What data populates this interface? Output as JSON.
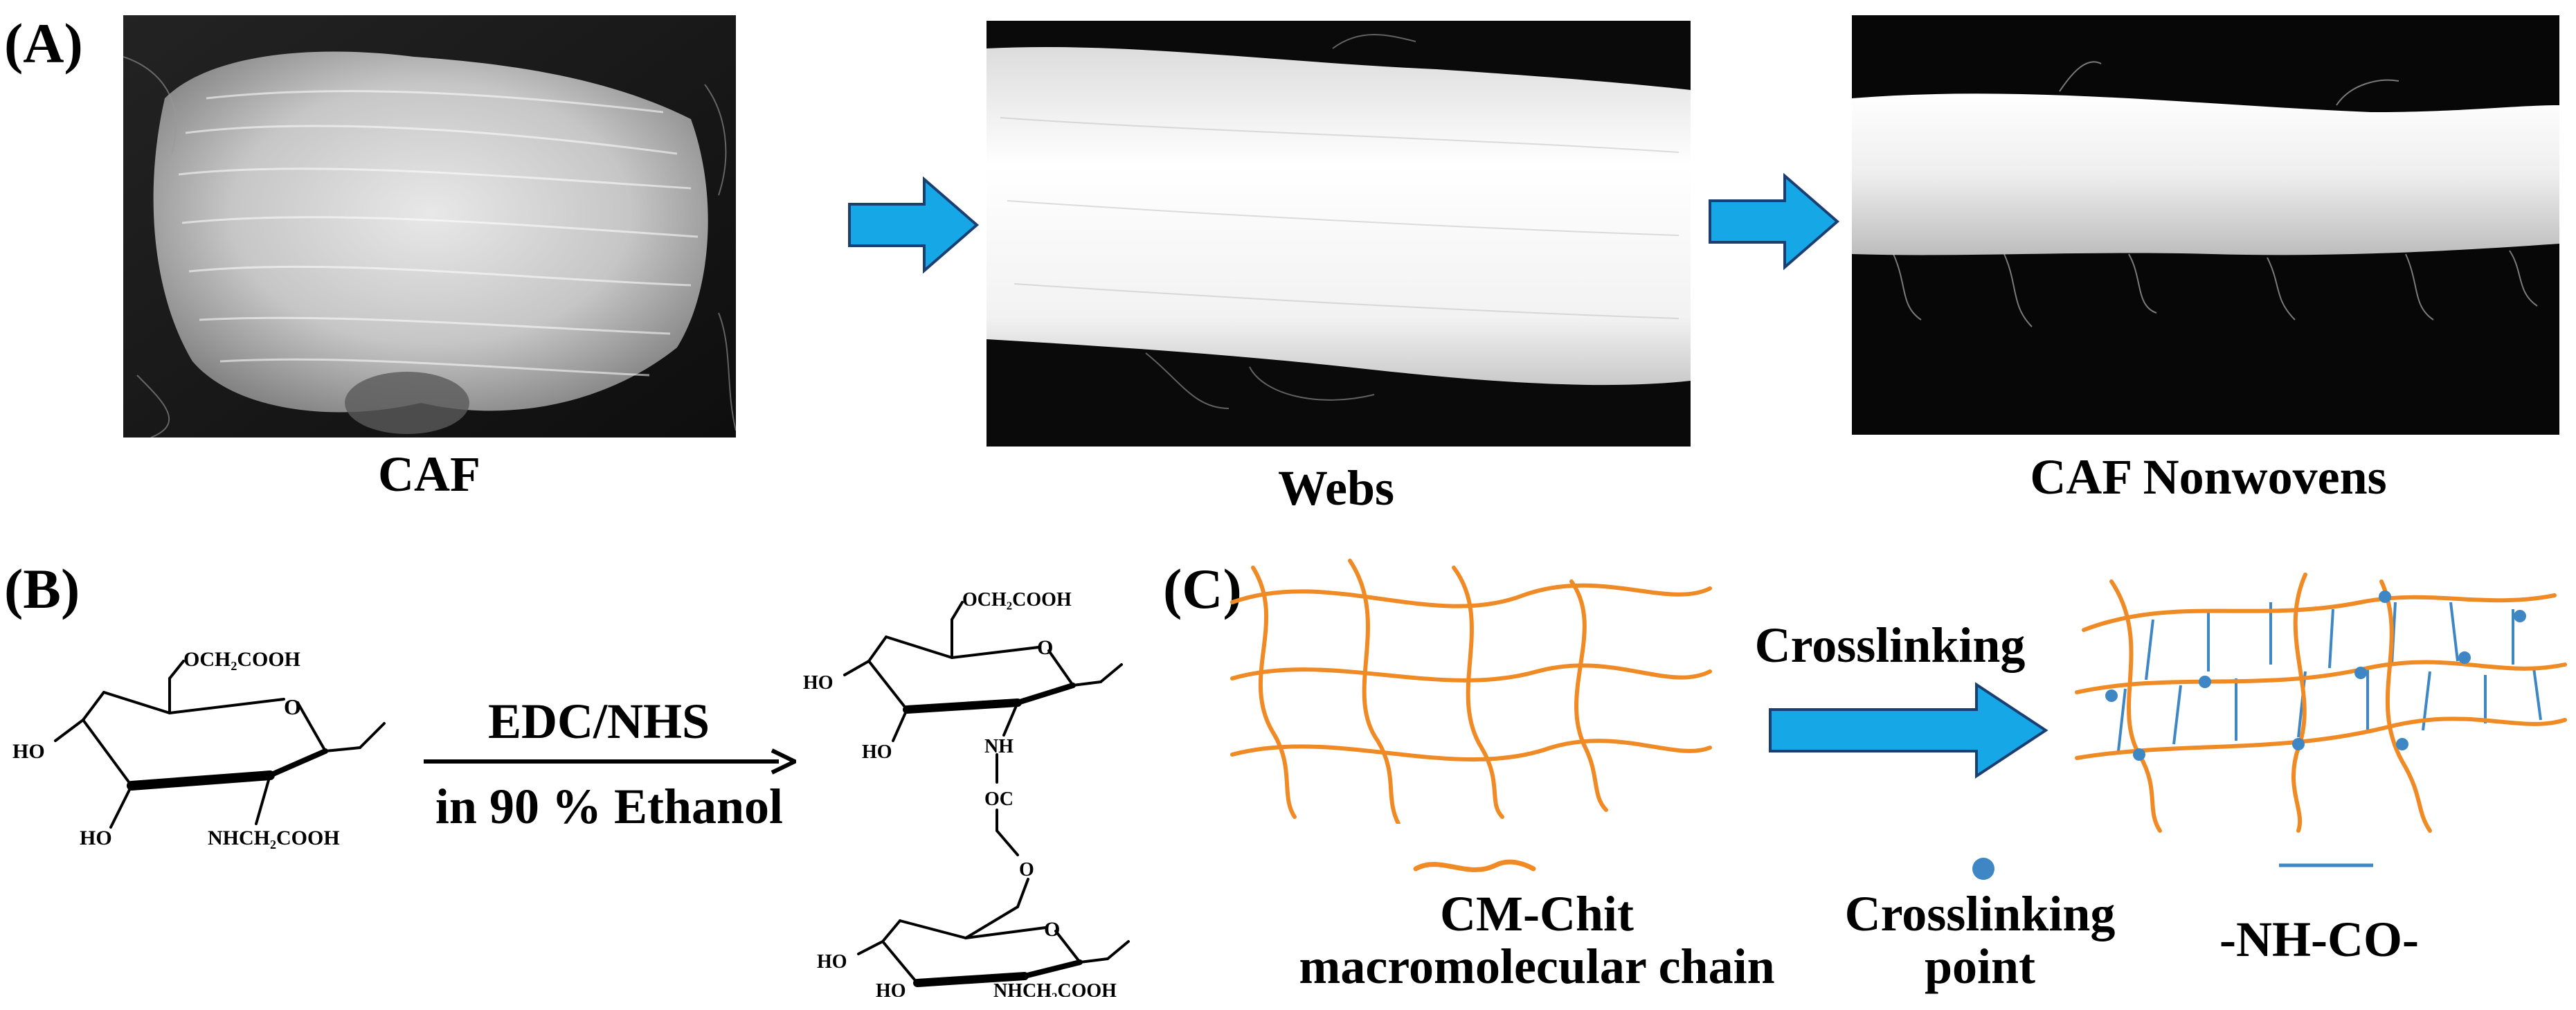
{
  "panels": {
    "a": {
      "label": "(A)",
      "captions": [
        "CAF",
        "Webs",
        "CAF Nonwovens"
      ]
    },
    "b": {
      "label": "(B)",
      "reaction_reagent": "EDC/NHS",
      "reaction_condition": "in 90 % Ethanol",
      "reactant": {
        "substituent_top": "OCH₂COOH",
        "oh_left": "HO",
        "oh_bottom": "HO",
        "substituent_bottom": "NHCH₂COOH",
        "ring_o": "O"
      },
      "product_upper": {
        "substituent_top": "OCH₂COOH",
        "oh_left": "HO",
        "oh_bottom": "HO",
        "ring_o": "O",
        "nh": "NH",
        "oc": "OC",
        "link_o": "O"
      },
      "product_lower": {
        "oh_left": "HO",
        "oh_bottom": "HO",
        "ring_o": "O",
        "substituent_bottom": "NHCH₂COOH"
      }
    },
    "c": {
      "label": "(C)",
      "process_label": "Crosslinking",
      "legend": {
        "chain": "CM-Chit\nmacromolecular chain",
        "point": "Crosslinking\npoint",
        "bond": "-NH-CO-"
      }
    }
  },
  "colors": {
    "arrow_fill": "#16a8e6",
    "arrow_stroke": "#1c3f73",
    "chain": "#f08a24",
    "crosslink": "#3f86c4",
    "photo_dark": "#0c0c0c",
    "fiber_white": "#f4f4f4"
  },
  "icons": [
    "right-arrow-icon",
    "reaction-arrow-icon"
  ]
}
